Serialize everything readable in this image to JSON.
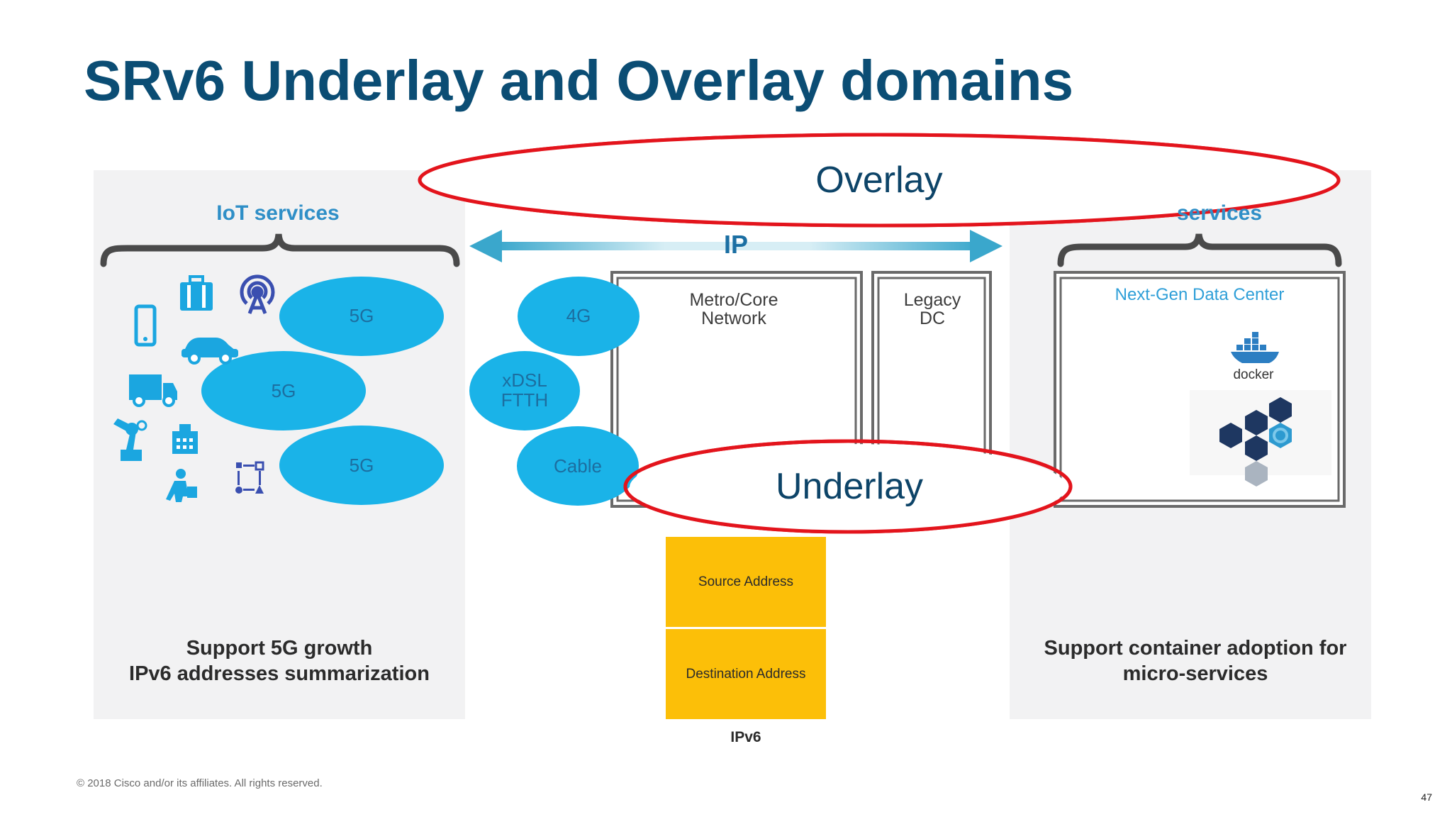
{
  "slide": {
    "title": "SRv6 Underlay and Overlay domains",
    "page_number": "47",
    "footer": "© 2018  Cisco and/or its affiliates. All rights reserved."
  },
  "left_panel": {
    "heading": "IoT services",
    "ellipses": [
      "5G",
      "5G",
      "5G"
    ],
    "caption_line1": "Support 5G growth",
    "caption_line2": "IPv6 addresses summarization",
    "icons": [
      "smartphone-icon",
      "luggage-icon",
      "cell-tower-icon",
      "car-icon",
      "truck-icon",
      "robot-arm-icon",
      "building-icon",
      "workflow-icon",
      "shopper-icon"
    ]
  },
  "middle": {
    "ip_label": "IP",
    "access_ellipses": [
      "4G",
      "xDSL\nFTTH",
      "Cable"
    ],
    "metro_box": "Metro/Core\nNetwork",
    "legacy_box": "Legacy\nDC",
    "ipv6_header": {
      "source": "Source Address",
      "destination": "Destination Address",
      "label": "IPv6"
    }
  },
  "right_panel": {
    "heading_visible": "services",
    "datacenter_label": "Next-Gen Data Center",
    "docker_label": "docker",
    "caption_line1": "Support container adoption for",
    "caption_line2": "micro-services"
  },
  "overlays": {
    "overlay_label": "Overlay",
    "underlay_label": "Underlay",
    "ring_color": "#e3141c"
  },
  "colors": {
    "title": "#0b4d74",
    "ellipse_fill": "#1ab3e8",
    "ipv6_fill": "#fcbf08",
    "accent": "#2f8fc7"
  }
}
